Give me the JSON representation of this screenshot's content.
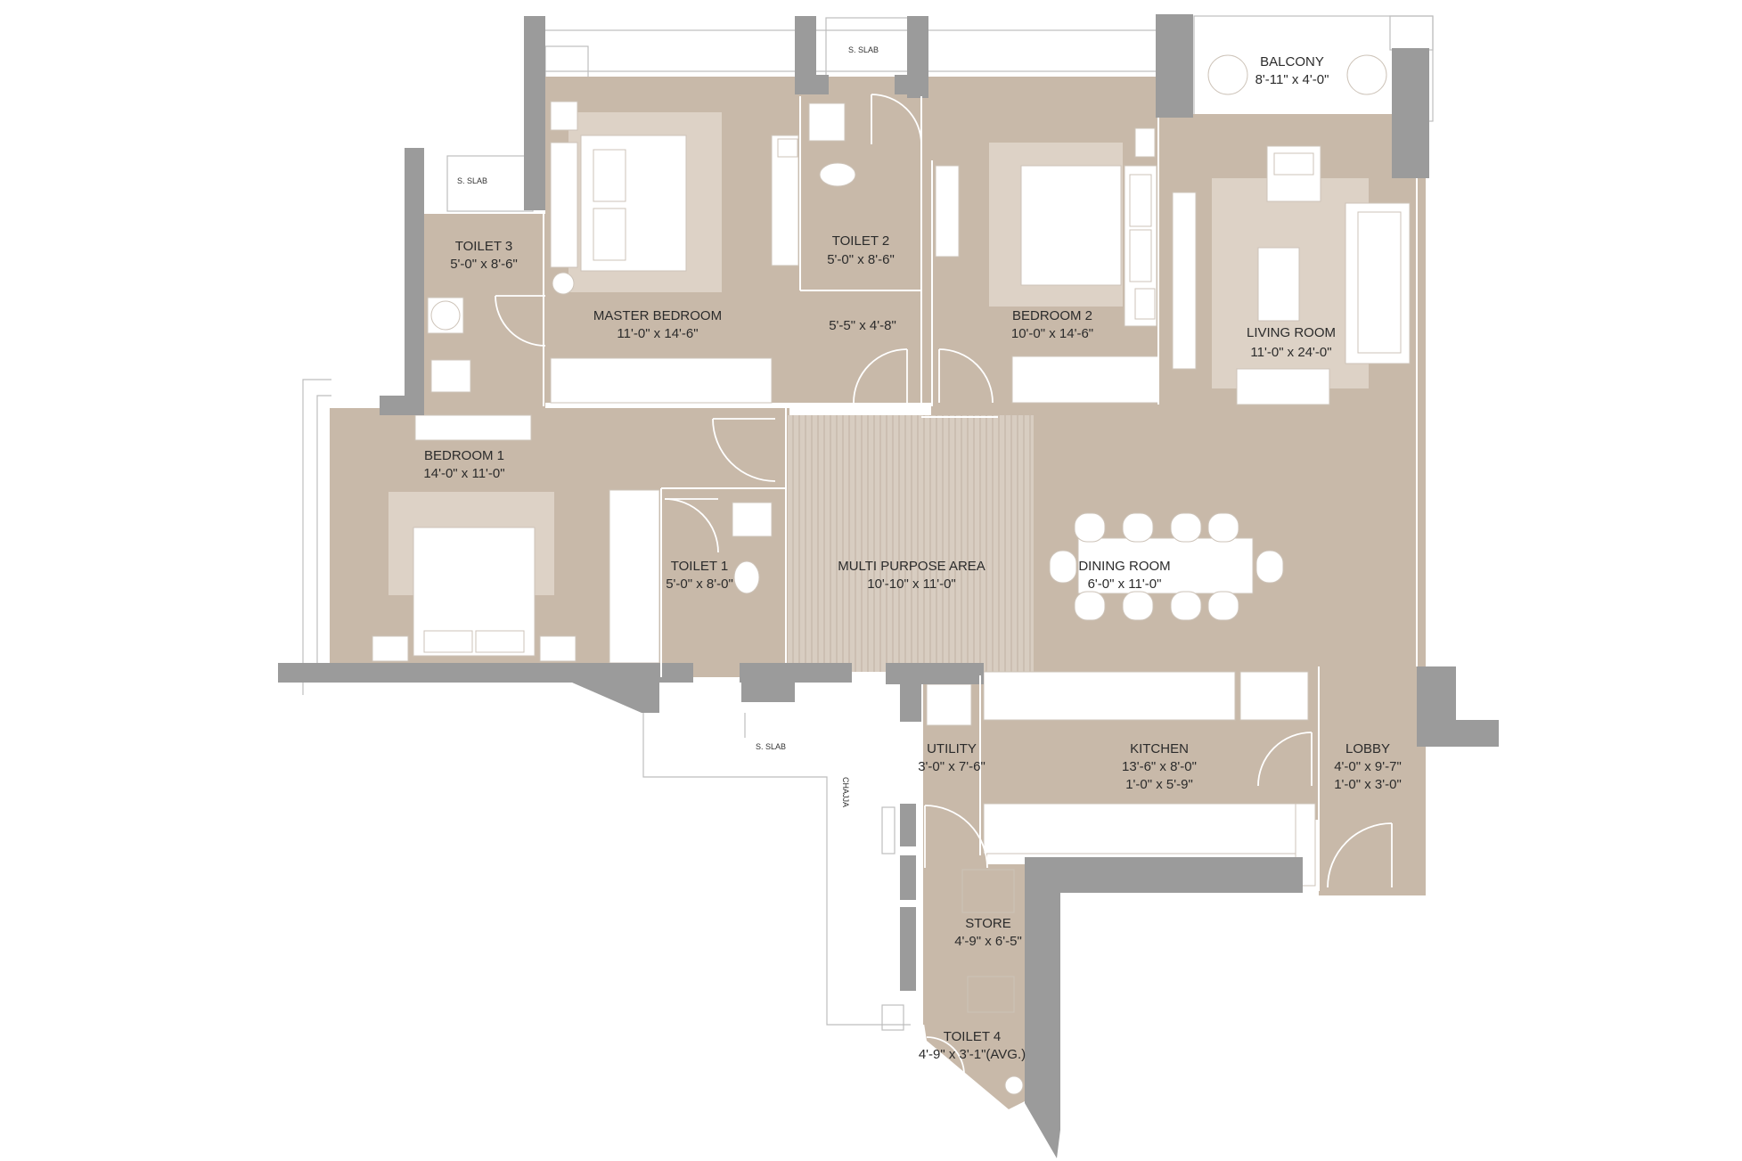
{
  "colors": {
    "floor": "#c8b9a9",
    "wall": "#9b9b9b",
    "rug": "#ddd2c6",
    "furniture": "#ffffff",
    "mpa_floor": "#d8cdc1",
    "text": "#2b2b2b"
  },
  "rooms": {
    "balcony": {
      "name": "BALCONY",
      "dim": "8'-11\" x 4'-0\""
    },
    "toilet3": {
      "name": "TOILET 3",
      "dim": "5'-0\" x 8'-6\""
    },
    "master_bedroom": {
      "name": "MASTER BEDROOM",
      "dim": "11'-0\" x 14'-6\"",
      "passage_dim": "5'-5\" x 4'-8\""
    },
    "toilet2": {
      "name": "TOILET 2",
      "dim": "5'-0\" x 8'-6\""
    },
    "bedroom2": {
      "name": "BEDROOM 2",
      "dim": "10'-0\" x 14'-6\""
    },
    "living_room": {
      "name": "LIVING ROOM",
      "dim": "11'-0\" x 24'-0\""
    },
    "bedroom1": {
      "name": "BEDROOM 1",
      "dim": "14'-0\" x 11'-0\""
    },
    "toilet1": {
      "name": "TOILET 1",
      "dim": "5'-0\" x 8'-0\""
    },
    "multi_purpose": {
      "name": "MULTI PURPOSE AREA",
      "dim": "10'-10\" x 11'-0\""
    },
    "dining_room": {
      "name": "DINING ROOM",
      "dim": "6'-0\" x 11'-0\""
    },
    "utility": {
      "name": "UTILITY",
      "dim": "3'-0\" x 7'-6\""
    },
    "kitchen": {
      "name": "KITCHEN",
      "dim": "13'-6\" x 8'-0\"",
      "dim2": "1'-0\" x 5'-9\""
    },
    "lobby": {
      "name": "LOBBY",
      "dim": "4'-0\" x 9'-7\"",
      "dim2": "1'-0\" x 3'-0\""
    },
    "store": {
      "name": "STORE",
      "dim": "4'-9\" x 6'-5\""
    },
    "toilet4": {
      "name": "TOILET 4",
      "dim": "4'-9\" x 3'-1\"(AVG.)"
    }
  },
  "notes": {
    "slab_top": "S. SLAB",
    "slab_left": "S. SLAB",
    "slab_bottom": "S. SLAB",
    "chajja": "CHAJJA"
  }
}
